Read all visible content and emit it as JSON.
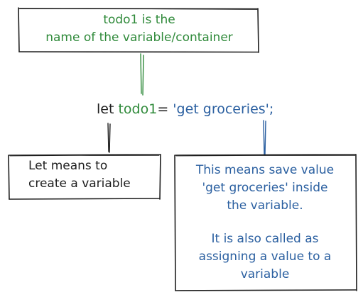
{
  "top_note": {
    "line1": "todo1 is the",
    "line2": "name of the variable/container"
  },
  "code": {
    "keyword": "let",
    "variable": "todo1",
    "operator": "=",
    "value": "'get groceries';"
  },
  "left_note": {
    "line1": "Let means to",
    "line2": "create a variable"
  },
  "right_note": {
    "line1": "This means save value",
    "line2": "'get groceries' inside",
    "line3": "the variable.",
    "line4": "It is also called as",
    "line5": "assigning a value to a",
    "line6": "variable"
  },
  "colors": {
    "green": "#2f8a3a",
    "blue": "#2a5fa0",
    "black": "#1e1e1e"
  }
}
